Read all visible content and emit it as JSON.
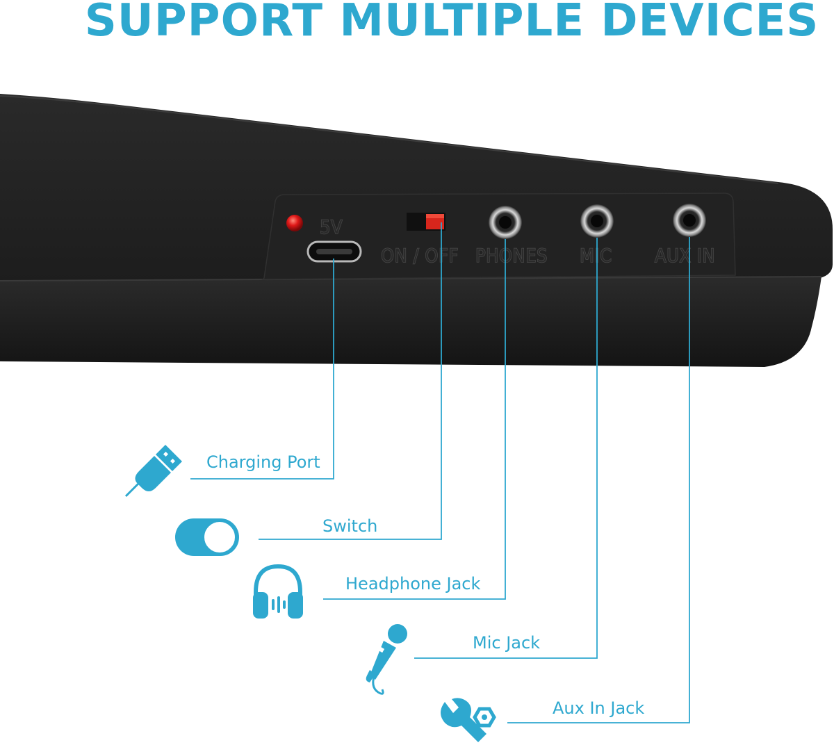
{
  "title": "SUPPORT MULTIPLE DEVICES",
  "panel_labels": {
    "power": "5V",
    "switch": "ON / OFF",
    "phones": "PHONES",
    "mic": "MIC",
    "aux": "AUX IN"
  },
  "callouts": [
    {
      "label": "Charging Port",
      "icon": "usb-plug-icon"
    },
    {
      "label": "Switch",
      "icon": "toggle-switch-icon"
    },
    {
      "label": "Headphone Jack",
      "icon": "headphones-icon"
    },
    {
      "label": "Mic Jack",
      "icon": "microphone-icon"
    },
    {
      "label": "Aux In Jack",
      "icon": "wrench-nut-icon"
    }
  ],
  "colors": {
    "accent": "#2ea8cf",
    "device_body": "#1c1c1c",
    "led": "#e01818",
    "switch": "#d8261c"
  }
}
